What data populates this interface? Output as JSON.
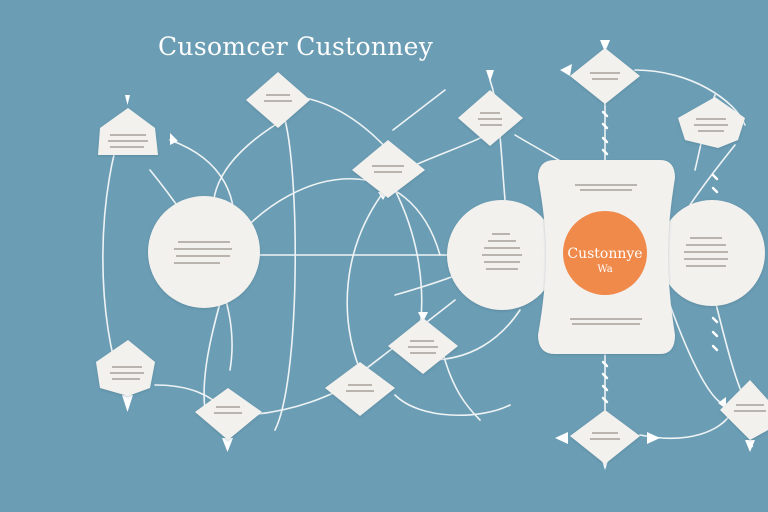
{
  "diagram": {
    "title": "Cusomcer Custonney",
    "center_label": "Custonnye",
    "center_sublabel": "Wa",
    "colors": {
      "background": "#6b9db4",
      "node_fill": "#f3f1ee",
      "connector": "#eef3f5",
      "accent": "#f08a4b",
      "placeholder_text": "#b9b4ad"
    }
  }
}
